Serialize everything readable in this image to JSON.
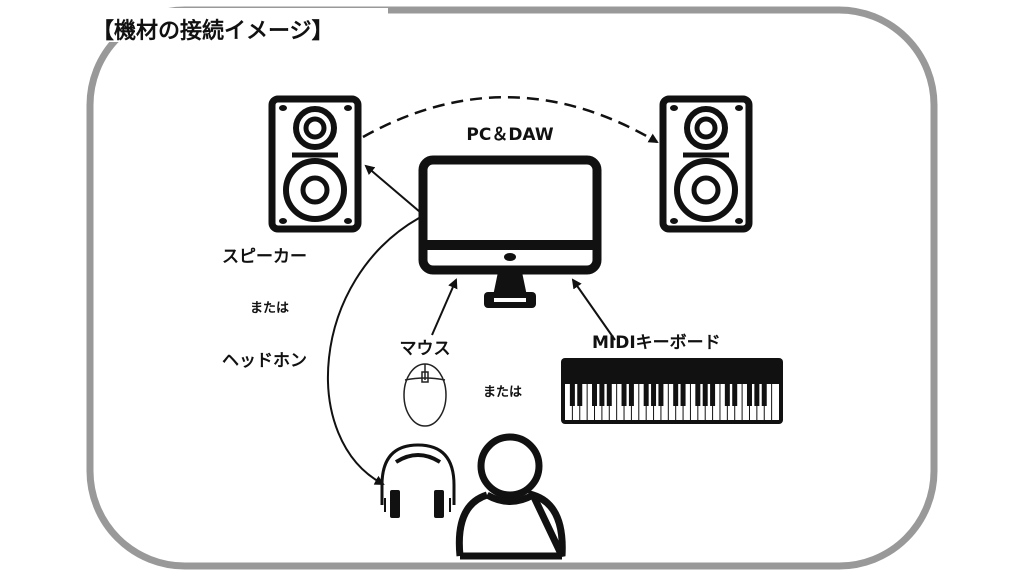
{
  "title": "【機材の接続イメージ】",
  "labels": {
    "pc": "PC＆DAW",
    "speaker": "スピーカー",
    "or1": "または",
    "headphone": "ヘッドホン",
    "mouse": "マウス",
    "or2": "または",
    "midi_keyboard": "MIDIキーボード"
  },
  "colors": {
    "frame": "#999999",
    "ink": "#111111"
  },
  "icons": [
    "speaker-left-icon",
    "speaker-right-icon",
    "monitor-icon",
    "mouse-icon",
    "midi-keyboard-icon",
    "headphones-icon",
    "person-icon"
  ]
}
